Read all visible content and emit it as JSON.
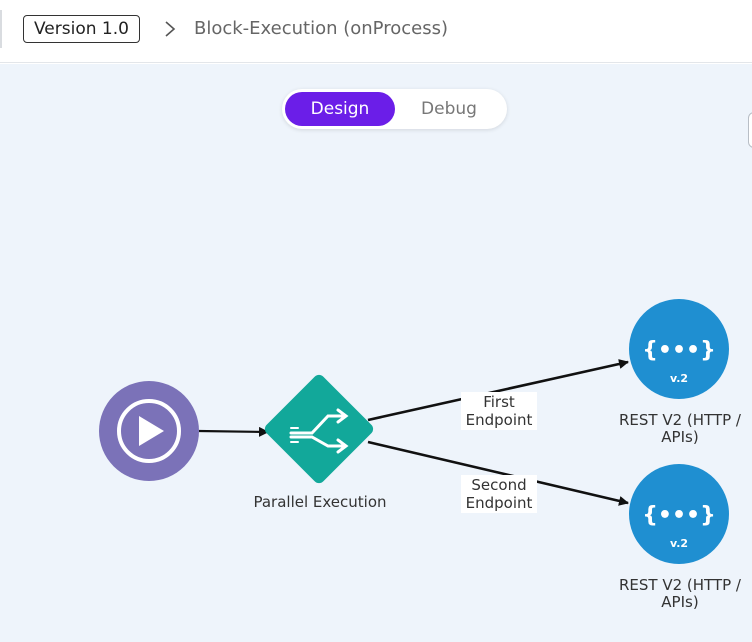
{
  "header": {
    "version_label": "Version 1.0",
    "breadcrumb_title": "Block-Execution (onProcess)"
  },
  "mode_toggle": {
    "design_label": "Design",
    "debug_label": "Debug",
    "active": "Design"
  },
  "flow": {
    "start_node": {
      "icon": "play-icon"
    },
    "parallel_node": {
      "label": "Parallel Execution",
      "icon": "parallel-split-icon"
    },
    "rest_nodes": [
      {
        "label": "REST V2 (HTTP / APIs)",
        "icon_text": "{•••}",
        "version_tag": "v.2"
      },
      {
        "label": "REST V2 (HTTP / APIs)",
        "icon_text": "{•••}",
        "version_tag": "v.2"
      }
    ],
    "edges": [
      {
        "label": "First Endpoint"
      },
      {
        "label": "Second Endpoint"
      }
    ]
  },
  "colors": {
    "accent": "#6b1ee8",
    "canvas_bg": "#eef4fb",
    "start_node": "#7b72b8",
    "parallel_node": "#12a89a",
    "rest_node": "#1f8fd1"
  }
}
